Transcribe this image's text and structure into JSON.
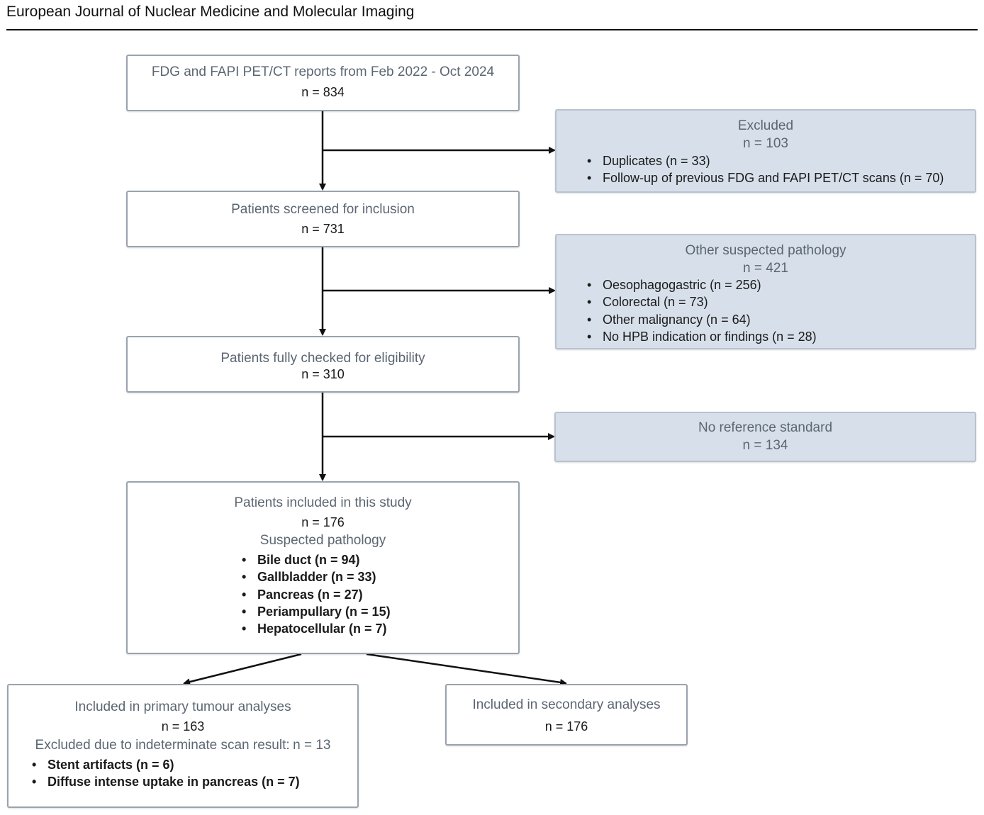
{
  "header": {
    "journal": "European Journal of Nuclear Medicine and Molecular Imaging"
  },
  "flow": {
    "reports": {
      "title": "FDG and FAPI PET/CT reports from Feb 2022 - Oct 2024",
      "n": "n = 834"
    },
    "excluded": {
      "title": "Excluded",
      "n": "n = 103",
      "items": [
        "Duplicates (n = 33)",
        "Follow-up of previous FDG and FAPI PET/CT scans (n = 70)"
      ]
    },
    "screened": {
      "title": "Patients screened for inclusion",
      "n": "n = 731"
    },
    "other": {
      "title": "Other suspected pathology",
      "n": "n = 421",
      "items": [
        "Oesophagogastric (n = 256)",
        "Colorectal (n = 73)",
        "Other malignancy (n = 64)",
        "No HPB indication or findings (n = 28)"
      ]
    },
    "eligibility": {
      "title": "Patients fully checked for eligibility",
      "n": "n = 310"
    },
    "noref": {
      "title": "No reference standard",
      "n": "n = 134"
    },
    "included": {
      "title": "Patients included in this study",
      "n": "n = 176",
      "subtitle": "Suspected pathology",
      "items": [
        "Bile duct (n = 94)",
        "Gallbladder (n = 33)",
        "Pancreas (n = 27)",
        "Periampullary (n = 15)",
        "Hepatocellular (n = 7)"
      ]
    },
    "primary": {
      "title": "Included in primary tumour analyses",
      "n": "n = 163",
      "excluded_label": "Excluded due to indeterminate scan result:",
      "excluded_n": "n = 13",
      "items": [
        "Stent artifacts (n = 6)",
        "Diffuse intense uptake in pancreas (n = 7)"
      ]
    },
    "secondary": {
      "title": "Included in secondary analyses",
      "n": "n = 176"
    }
  }
}
